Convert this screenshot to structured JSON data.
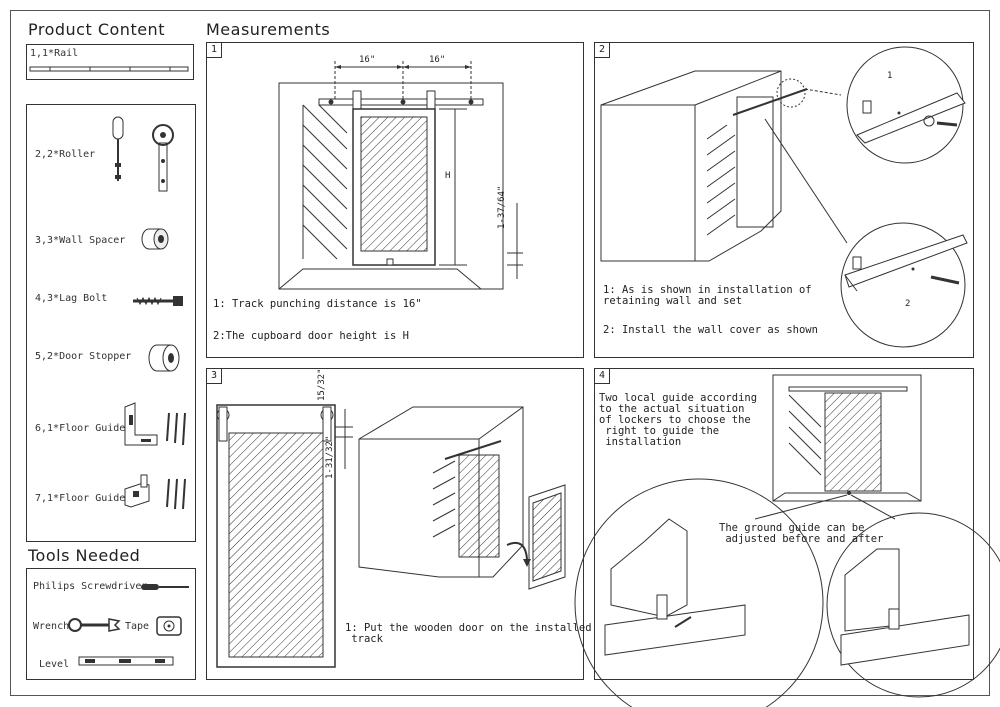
{
  "sections": {
    "product_content": "Product Content",
    "measurements": "Measurements",
    "tools_needed": "Tools Needed"
  },
  "products": [
    "1,1*Rail",
    "2,2*Roller",
    "3,3*Wall Spacer",
    "4,3*Lag Bolt",
    "5,2*Door Stopper",
    "6,1*Floor Guide",
    "7,1*Floor Guide"
  ],
  "tools": {
    "screwdriver": "Philips Screwdriver",
    "wrench": "Wrench",
    "tape": "Tape",
    "level": "Level"
  },
  "steps": {
    "s1": {
      "num": "1",
      "dim_left": "16\"",
      "dim_right": "16\"",
      "dim_h": "H",
      "dim_side": "1-37/64\"",
      "note1": "1: Track punching distance is 16\"",
      "note2": "2:The cupboard door height is H"
    },
    "s2": {
      "num": "2",
      "callout_top": "1",
      "callout_bottom": "2",
      "note1": "1: As is shown in installation of\nretaining wall and set",
      "note2": "2: Install the wall cover as shown"
    },
    "s3": {
      "num": "3",
      "dim_top": "15/32\"",
      "dim_side": "1-31/32\"",
      "note1": "1: Put the wooden door on the installed\n track"
    },
    "s4": {
      "num": "4",
      "note1": "Two local guide according\nto the actual situation\nof lockers to choose the\n right to guide the\n installation",
      "note2": "The ground guide can be\n adjusted before and after"
    }
  }
}
